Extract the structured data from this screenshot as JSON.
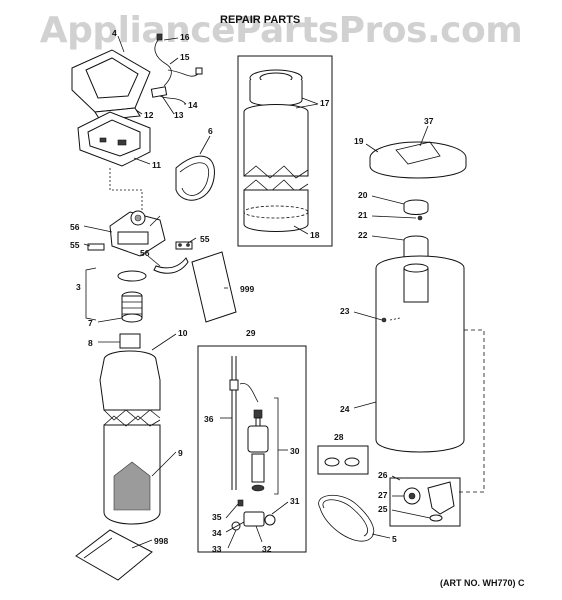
{
  "watermark": "AppliancePartsPros.com",
  "title": "REPAIR PARTS",
  "art_number": "(ART NO. WH770) C",
  "callouts": [
    {
      "id": "c4",
      "text": "4"
    },
    {
      "id": "c16",
      "text": "16"
    },
    {
      "id": "c15",
      "text": "15"
    },
    {
      "id": "c12",
      "text": "12"
    },
    {
      "id": "c13",
      "text": "13"
    },
    {
      "id": "c14",
      "text": "14"
    },
    {
      "id": "c17",
      "text": "17"
    },
    {
      "id": "c18",
      "text": "18"
    },
    {
      "id": "c11",
      "text": "11"
    },
    {
      "id": "c6",
      "text": "6"
    },
    {
      "id": "c19",
      "text": "19"
    },
    {
      "id": "c37",
      "text": "37"
    },
    {
      "id": "c20",
      "text": "20"
    },
    {
      "id": "c21",
      "text": "21"
    },
    {
      "id": "c22",
      "text": "22"
    },
    {
      "id": "c56a",
      "text": "56"
    },
    {
      "id": "c55a",
      "text": "55"
    },
    {
      "id": "c56b",
      "text": "56"
    },
    {
      "id": "c55b",
      "text": "55"
    },
    {
      "id": "c3",
      "text": "3"
    },
    {
      "id": "c999",
      "text": "999"
    },
    {
      "id": "c7",
      "text": "7"
    },
    {
      "id": "c23",
      "text": "23"
    },
    {
      "id": "c29",
      "text": "29"
    },
    {
      "id": "c8",
      "text": "8"
    },
    {
      "id": "c10",
      "text": "10"
    },
    {
      "id": "c36",
      "text": "36"
    },
    {
      "id": "c24",
      "text": "24"
    },
    {
      "id": "c28",
      "text": "28"
    },
    {
      "id": "c30",
      "text": "30"
    },
    {
      "id": "c9",
      "text": "9"
    },
    {
      "id": "c26",
      "text": "26"
    },
    {
      "id": "c27",
      "text": "27"
    },
    {
      "id": "c25",
      "text": "25"
    },
    {
      "id": "c31",
      "text": "31"
    },
    {
      "id": "c35",
      "text": "35"
    },
    {
      "id": "c34",
      "text": "34"
    },
    {
      "id": "c998",
      "text": "998"
    },
    {
      "id": "c33",
      "text": "33"
    },
    {
      "id": "c32",
      "text": "32"
    },
    {
      "id": "c5",
      "text": "5"
    }
  ]
}
